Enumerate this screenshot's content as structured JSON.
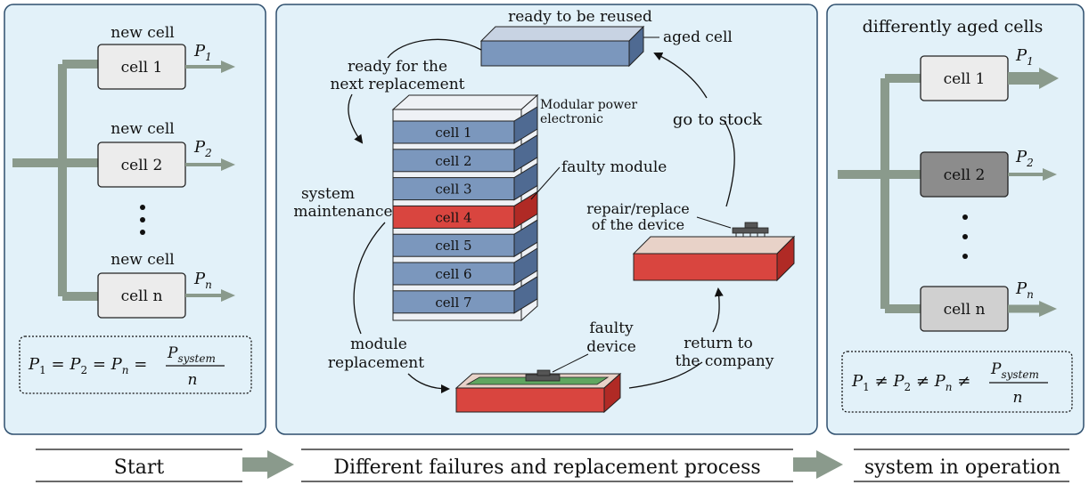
{
  "left_panel": {
    "cells": [
      {
        "header": "new cell",
        "label": "cell 1",
        "out": "P",
        "sub": "1"
      },
      {
        "header": "new cell",
        "label": "cell 2",
        "out": "P",
        "sub": "2"
      },
      {
        "header": "new cell",
        "label": "cell n",
        "out": "P",
        "sub": "n"
      }
    ],
    "formula": {
      "p": "P",
      "s1": "1",
      "s2": "2",
      "sn": "n",
      "eq": "=",
      "num_p": "P",
      "num_sub": "system",
      "den": "n"
    }
  },
  "middle_panel": {
    "ready_reused": "ready to be reused",
    "aged_cell": "aged cell",
    "ready_next_1": "ready for the",
    "ready_next_2": "next replacement",
    "mod_power_1": "Modular power",
    "mod_power_2": "electronic",
    "stack_cells": [
      "cell 1",
      "cell 2",
      "cell 3",
      "cell 4",
      "cell 5",
      "cell 6",
      "cell 7"
    ],
    "faulty_module": "faulty module",
    "go_to_stock": "go to stock",
    "sys_maint_1": "system",
    "sys_maint_2": "maintenance",
    "repair_1": "repair/replace",
    "repair_2": "of the device",
    "faulty_device_1": "faulty",
    "faulty_device_2": "device",
    "return_1": "return to",
    "return_2": "the company",
    "module_repl_1": "module",
    "module_repl_2": "replacement"
  },
  "right_panel": {
    "title": "differently aged cells",
    "cells": [
      {
        "label": "cell 1",
        "out": "P",
        "sub": "1"
      },
      {
        "label": "cell 2",
        "out": "P",
        "sub": "2"
      },
      {
        "label": "cell n",
        "out": "P",
        "sub": "n"
      }
    ],
    "formula": {
      "p": "P",
      "s1": "1",
      "s2": "2",
      "sn": "n",
      "neq": "≠",
      "num_p": "P",
      "num_sub": "system",
      "den": "n"
    }
  },
  "timeline": {
    "start": "Start",
    "middle": "Different failures and replacement process",
    "end": "system in operation"
  },
  "colors": {
    "panel_bg": "#e2f1f9",
    "panel_border": "#2e4f6e",
    "cell_blue": "#7b97bd",
    "cell_red": "#d9453f",
    "trunk": "#8a9a8c"
  }
}
